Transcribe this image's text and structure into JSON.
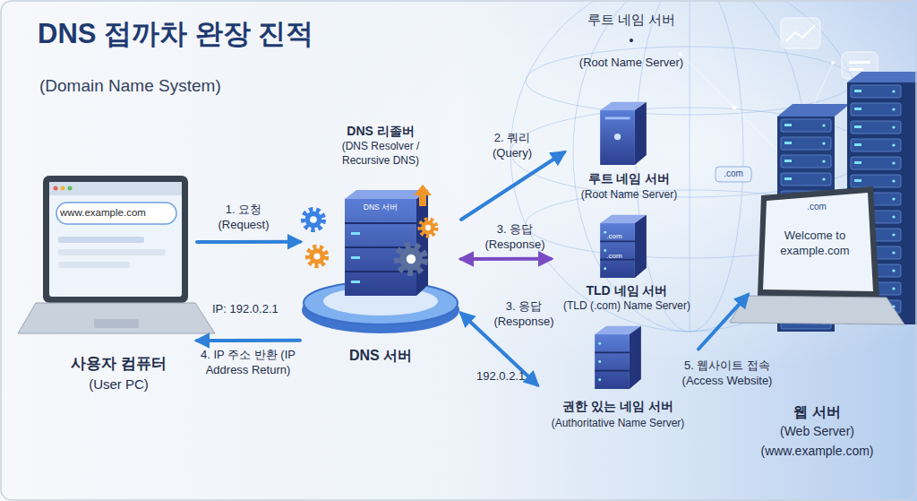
{
  "diagram": {
    "title": "DNS 접까차 완장 진적",
    "nodes": [
      {
        "text": [
          "www.example.com",
          "사용자 컴퓨터",
          "(User PC)"
        ]
      },
      {
        "text": [
          "DNS 리졸버",
          "(DNS Resolver / Recursive DNS)",
          "DNS 서버",
          "DNS 서버"
        ]
      },
      {
        "text": [
          "루트 네임 서버",
          "(Root Name Server)"
        ]
      },
      {
        "text": [
          ".com",
          ".com",
          "TLD 네임 서버",
          "(TLD (.com) Name Server)"
        ]
      },
      {
        "text": [
          "권한 있는 네임 서버",
          "(Authoritative Name Server)"
        ]
      },
      {
        "text": [
          "Welcome to example.com",
          "웹 서버",
          "(Web Server)",
          "(www.example.com)"
        ]
      }
    ],
    "edges": [
      {
        "from": 0,
        "to": 1,
        "label": "1. 요청 (Request)",
        "arrow": "to"
      },
      {
        "from": 1,
        "to": 0,
        "label": "4. IP 주소 반환 (IP Address Return)",
        "arrow": "to"
      },
      {
        "from": 1,
        "to": 2,
        "label": "2. 쿼리 (Query)",
        "arrow": "to"
      },
      {
        "from": 1,
        "to": 3,
        "label": "3. 응답 (Response)",
        "arrow": "both"
      },
      {
        "from": 1,
        "to": 4,
        "label": "3. 응답 (Response)",
        "arrow": "both"
      },
      {
        "from": 4,
        "to": 5,
        "label": "5. 웹사이트 접속 (Access Website)",
        "arrow": "to"
      }
    ],
    "labels": [
      "(Domain Name System)",
      "루트 네임 서버",
      "•",
      "(Root Name Server)",
      "IP: 192.0.2.1",
      "192.0.2.1",
      ".com",
      ".com"
    ]
  }
}
